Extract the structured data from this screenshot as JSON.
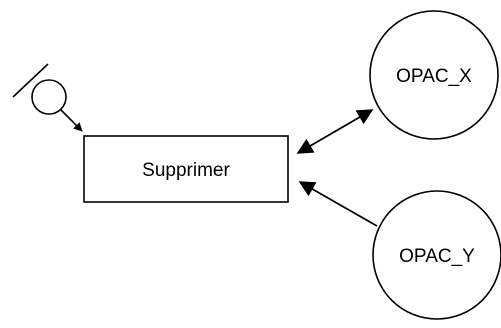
{
  "diagram": {
    "process": {
      "label": "Supprimer"
    },
    "entities": [
      {
        "id": "opac-x",
        "label": "OPAC_X"
      },
      {
        "id": "opac-y",
        "label": "OPAC_Y"
      }
    ],
    "connections": [
      {
        "from": "actor",
        "to": "process",
        "direction": "to-process"
      },
      {
        "from": "opac-x",
        "to": "process",
        "direction": "bidirectional"
      },
      {
        "from": "opac-y",
        "to": "process",
        "direction": "to-process"
      }
    ]
  }
}
